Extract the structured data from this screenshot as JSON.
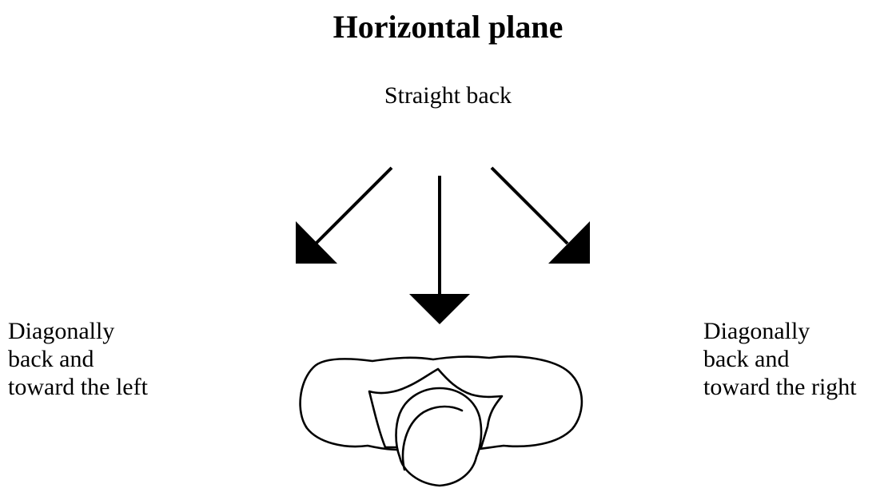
{
  "title": "Horizontal plane",
  "labels": {
    "top": "Straight back",
    "left": [
      "Diagonally",
      "back and",
      "toward the left"
    ],
    "right": [
      "Diagonally",
      "back and",
      "toward the right"
    ]
  },
  "colors": {
    "ink": "#000000",
    "background": "#ffffff"
  },
  "figure": "head-and-shoulders-top-view"
}
